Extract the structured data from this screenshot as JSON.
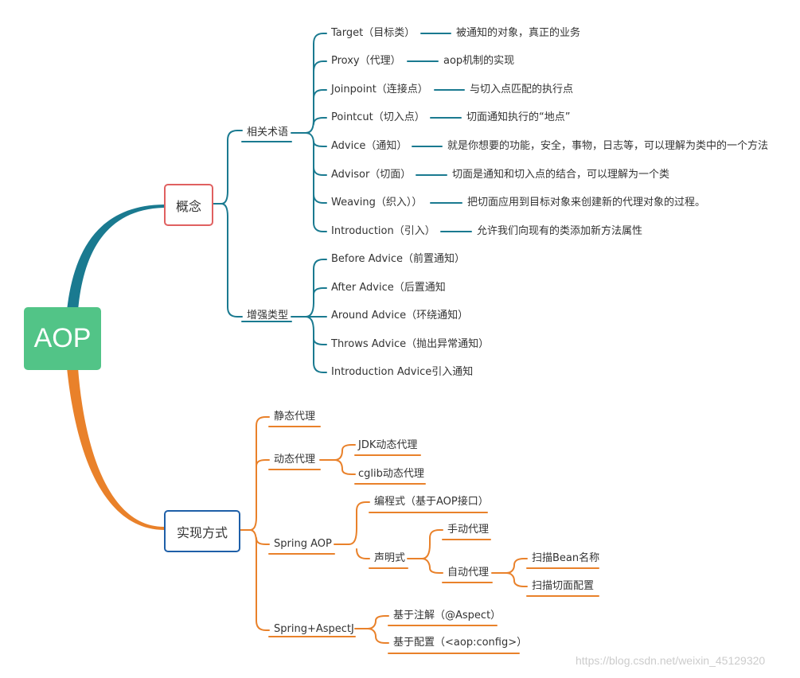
{
  "root": "AOP",
  "colors": {
    "root_fill": "#52c487",
    "blue_branch": "#1a7a90",
    "orange_branch": "#e9812a",
    "concept_border": "#e06060",
    "impl_border": "#1e5fa8"
  },
  "concept": {
    "label": "概念",
    "terms": {
      "label": "相关术语",
      "items": [
        {
          "term": "Target（目标类）",
          "desc": "被通知的对象，真正的业务"
        },
        {
          "term": "Proxy（代理）",
          "desc": "aop机制的实现"
        },
        {
          "term": "Joinpoint（连接点）",
          "desc": "与切入点匹配的执行点"
        },
        {
          "term": "Pointcut（切入点）",
          "desc": "切面通知执行的“地点”"
        },
        {
          "term": "Advice（通知）",
          "desc": "就是你想要的功能，安全，事物，日志等，可以理解为类中的一个方法"
        },
        {
          "term": "Advisor（切面）",
          "desc": "切面是通知和切入点的结合，可以理解为一个类"
        },
        {
          "term": "Weaving（织入））",
          "desc": "把切面应用到目标对象来创建新的代理对象的过程。"
        },
        {
          "term": "Introduction（引入）",
          "desc": "允许我们向现有的类添加新方法属性"
        }
      ]
    },
    "advice_types": {
      "label": "增强类型",
      "items": [
        "Before Advice（前置通知）",
        "After Advice（后置通知",
        "Around Advice（环绕通知）",
        "Throws Advice（抛出异常通知）",
        "Introduction Advice引入通知"
      ]
    }
  },
  "impl": {
    "label": "实现方式",
    "static_proxy": "静态代理",
    "dynamic_proxy": {
      "label": "动态代理",
      "items": [
        "JDK动态代理",
        "cglib动态代理"
      ]
    },
    "spring_aop": {
      "label": "Spring AOP",
      "programmatic": "编程式（基于AOP接口）",
      "declarative": {
        "label": "声明式",
        "manual": "手动代理",
        "auto": {
          "label": "自动代理",
          "items": [
            "扫描Bean名称",
            "扫描切面配置"
          ]
        }
      }
    },
    "aspectj": {
      "label": "Spring+AspectJ",
      "items": [
        "基于注解（@Aspect）",
        "基于配置（<aop:config>）"
      ]
    }
  },
  "watermark": "https://blog.csdn.net/weixin_45129320"
}
